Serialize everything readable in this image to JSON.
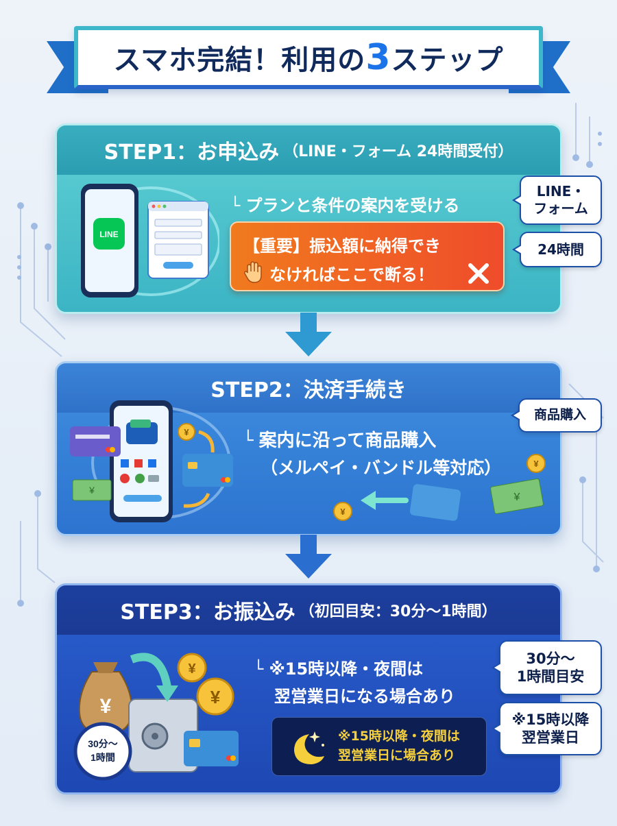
{
  "banner": {
    "title_main": "スマホ完結！利用の",
    "title_num": "3",
    "title_tail": "ステップ"
  },
  "step1": {
    "title": "STEP1：お申込み",
    "subtitle": "（LINE・フォーム 24時間受付）",
    "point": "プランと条件の案内を受ける",
    "line_icon_text": "LINE",
    "warning_line1": "【重要】振込額に納得でき",
    "warning_line2": "なければここで断る！",
    "bubble1_line1": "LINE・",
    "bubble1_line2": "フォーム",
    "bubble2": "24時間"
  },
  "step2": {
    "title": "STEP2：決済手続き",
    "point_line1": "案内に沿って商品購入",
    "point_line2": "（メルペイ・バンドル等対応）",
    "bubble": "商品購入",
    "yen_symbol": "¥"
  },
  "step3": {
    "title": "STEP3：お振込み",
    "subtitle": "（初回目安：30分〜1時間）",
    "point_line1": "※15時以降・夜間は",
    "point_line2": "翌営業日になる場合あり",
    "night_line1": "※15時以降・夜間は",
    "night_line2": "翌営業日に場合あり",
    "bubble1_line1": "30分〜",
    "bubble1_line2": "1時間目安",
    "bubble2_line1": "※15時以降",
    "bubble2_line2": "翌営業日",
    "clock_line1": "30分〜",
    "clock_line2": "1時間",
    "yen_symbol": "¥"
  },
  "colors": {
    "step1": "#3cb4c4",
    "step2": "#2d74d0",
    "step3": "#1e48b3",
    "warning": "#ef4c2b",
    "accent": "#1a73e8"
  }
}
